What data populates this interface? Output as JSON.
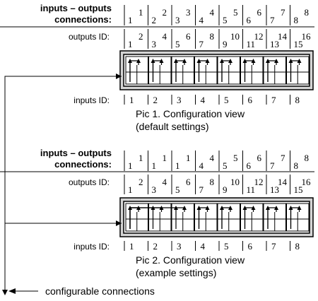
{
  "figures": [
    {
      "connections_label_line1": "inputs – outputs",
      "connections_label_line2": "connections:",
      "outputs_label": "outputs ID:",
      "inputs_label": "inputs ID:",
      "caption_line1": "Pic 1. Configuration view",
      "caption_line2": "(default settings)",
      "connection_pairs": [
        [
          "1",
          "1"
        ],
        [
          "2",
          "2"
        ],
        [
          "3",
          "3"
        ],
        [
          "4",
          "4"
        ],
        [
          "5",
          "5"
        ],
        [
          "6",
          "6"
        ],
        [
          "7",
          "7"
        ],
        [
          "8",
          "8"
        ]
      ],
      "output_pairs": [
        [
          "1",
          "2"
        ],
        [
          "3",
          "4"
        ],
        [
          "5",
          "6"
        ],
        [
          "7",
          "8"
        ],
        [
          "9",
          "10"
        ],
        [
          "11",
          "12"
        ],
        [
          "13",
          "14"
        ],
        [
          "15",
          "16"
        ]
      ],
      "input_ids": [
        "1",
        "2",
        "3",
        "4",
        "5",
        "6",
        "7",
        "8"
      ]
    },
    {
      "connections_label_line1": "inputs – outputs",
      "connections_label_line2": "connections:",
      "outputs_label": "outputs ID:",
      "inputs_label": "inputs ID:",
      "caption_line1": "Pic 2. Configuration view",
      "caption_line2": "(example settings)",
      "connection_pairs": [
        [
          "1",
          "1"
        ],
        [
          "1",
          "1"
        ],
        [
          "1",
          "1"
        ],
        [
          "4",
          "4"
        ],
        [
          "5",
          "5"
        ],
        [
          "6",
          "6"
        ],
        [
          "7",
          "7"
        ],
        [
          "8",
          "8"
        ]
      ],
      "output_pairs": [
        [
          "1",
          "2"
        ],
        [
          "3",
          "4"
        ],
        [
          "5",
          "6"
        ],
        [
          "7",
          "8"
        ],
        [
          "9",
          "10"
        ],
        [
          "11",
          "12"
        ],
        [
          "13",
          "14"
        ],
        [
          "15",
          "16"
        ]
      ],
      "input_ids": [
        "1",
        "2",
        "3",
        "4",
        "5",
        "6",
        "7",
        "8"
      ]
    }
  ],
  "legend": {
    "label": "configurable connections"
  }
}
